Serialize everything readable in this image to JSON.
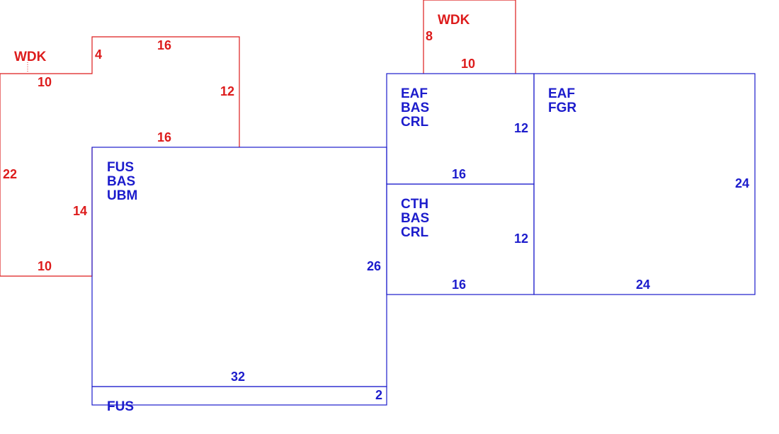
{
  "colors": {
    "deck": "#dd1c1c",
    "building": "#1c1ccc",
    "background": "#ffffff"
  },
  "areas": {
    "deck_left": {
      "code": "WDK",
      "dims": [
        "16",
        "4",
        "10",
        "12",
        "16",
        "22",
        "14",
        "10"
      ]
    },
    "deck_top": {
      "code": "WDK",
      "dims": [
        "8",
        "10"
      ]
    },
    "main": {
      "codes": [
        "FUS",
        "BAS",
        "UBM"
      ],
      "dims": [
        "26",
        "32"
      ]
    },
    "strip": {
      "code": "FUS",
      "dims": [
        "2"
      ]
    },
    "room_upper": {
      "codes": [
        "EAF",
        "BAS",
        "CRL"
      ],
      "dims": [
        "12",
        "16"
      ]
    },
    "room_lower": {
      "codes": [
        "CTH",
        "BAS",
        "CRL"
      ],
      "dims": [
        "12",
        "16"
      ]
    },
    "room_right": {
      "codes": [
        "EAF",
        "FGR"
      ],
      "dims": [
        "24",
        "24"
      ]
    }
  }
}
